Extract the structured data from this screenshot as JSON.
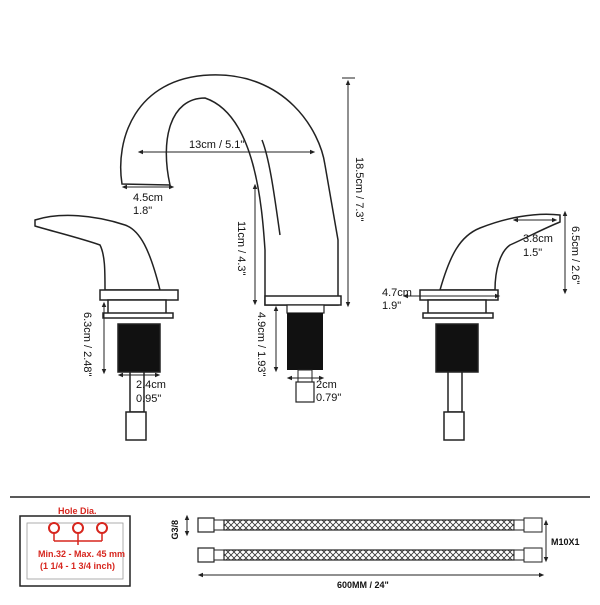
{
  "faucet": {
    "spout_reach": "13cm / 5.1\"",
    "outlet_cm": "4.5cm",
    "outlet_in": "1.8\"",
    "total_height": "18.5cm / 7.3\"",
    "body_height": "11cm / 4.3\"",
    "base_thread": "4.9cm / 1.93\"",
    "center_shank_cm": "2cm",
    "center_shank_in": "0.79\"",
    "left_shank_length": "6.3cm / 2.48\"",
    "left_shank_cm": "2.4cm",
    "left_shank_in": "0.95\"",
    "handle_width_cm": "3.8cm",
    "handle_width_in": "1.5\"",
    "handle_height": "6.5cm / 2.6\"",
    "base_dia_cm": "4.7cm",
    "base_dia_in": "1.9\""
  },
  "hole_panel": {
    "title": "Hole Dia.",
    "range": "Min.32 - Max. 45 mm",
    "range_in": "(1 1/4 - 1 3/4 inch)"
  },
  "hose": {
    "thread_top": "G3/8",
    "thread_end": "M10X1",
    "length": "600MM / 24\""
  },
  "colors": {
    "line": "#222222",
    "accent_red": "#d7261e",
    "thread_fill": "#111111"
  }
}
